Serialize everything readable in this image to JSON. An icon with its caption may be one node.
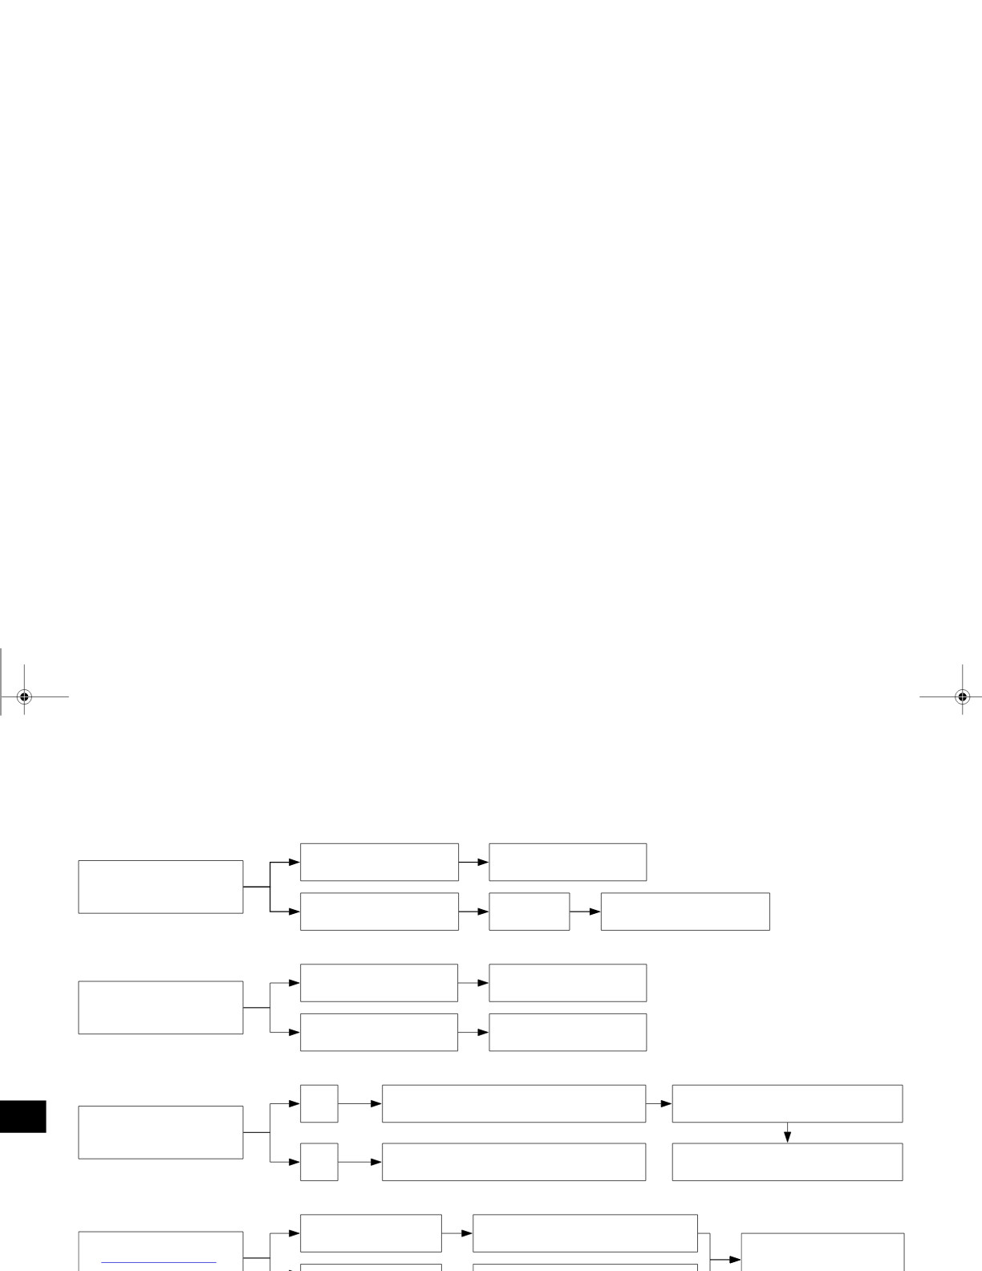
{
  "diagram": {
    "nodes": [
      {
        "text": [],
        "shape": "box"
      },
      {
        "text": [],
        "shape": "box"
      },
      {
        "text": [],
        "shape": "box"
      },
      {
        "text": [],
        "shape": "box"
      },
      {
        "text": [],
        "shape": "box"
      },
      {
        "text": [],
        "shape": "box"
      },
      {
        "text": [],
        "shape": "box"
      },
      {
        "text": [],
        "shape": "box"
      },
      {
        "text": [],
        "shape": "box"
      },
      {
        "text": [],
        "shape": "box"
      },
      {
        "text": [],
        "shape": "box"
      },
      {
        "text": [],
        "shape": "box"
      },
      {
        "text": [],
        "shape": "box"
      },
      {
        "text": [],
        "shape": "box"
      },
      {
        "text": [],
        "shape": "box"
      },
      {
        "text": [],
        "shape": "box"
      },
      {
        "text": [],
        "shape": "box"
      },
      {
        "text": [],
        "shape": "box"
      },
      {
        "text": [],
        "shape": "box"
      },
      {
        "text": [],
        "shape": "box"
      },
      {
        "text": [],
        "shape": "box"
      },
      {
        "text": [],
        "shape": "box"
      },
      {
        "text": [],
        "shape": "box"
      },
      {
        "text": [],
        "shape": "box"
      }
    ],
    "edges": [
      {
        "from": 0,
        "to": 1,
        "arrow": "to"
      },
      {
        "from": 0,
        "to": 3,
        "arrow": "to"
      },
      {
        "from": 1,
        "to": 2,
        "arrow": "to"
      },
      {
        "from": 3,
        "to": 4,
        "arrow": "to"
      },
      {
        "from": 4,
        "to": 5,
        "arrow": "to"
      },
      {
        "from": 6,
        "to": 7,
        "arrow": "to"
      },
      {
        "from": 6,
        "to": 9,
        "arrow": "to"
      },
      {
        "from": 7,
        "to": 8,
        "arrow": "to"
      },
      {
        "from": 9,
        "to": 10,
        "arrow": "to"
      },
      {
        "from": 11,
        "to": 12,
        "arrow": "to"
      },
      {
        "from": 11,
        "to": 15,
        "arrow": "to"
      },
      {
        "from": 12,
        "to": 13,
        "arrow": "to"
      },
      {
        "from": 13,
        "to": 14,
        "arrow": "to"
      },
      {
        "from": 14,
        "to": 17,
        "arrow": "to"
      },
      {
        "from": 15,
        "to": 16,
        "arrow": "to"
      },
      {
        "from": 18,
        "to": 19,
        "arrow": "to"
      },
      {
        "from": 18,
        "to": 21,
        "arrow": "to"
      },
      {
        "from": 19,
        "to": 20,
        "arrow": "to"
      },
      {
        "from": 20,
        "to": 23,
        "arrow": "to"
      },
      {
        "from": 22,
        "to": 23,
        "arrow": "to"
      }
    ]
  }
}
